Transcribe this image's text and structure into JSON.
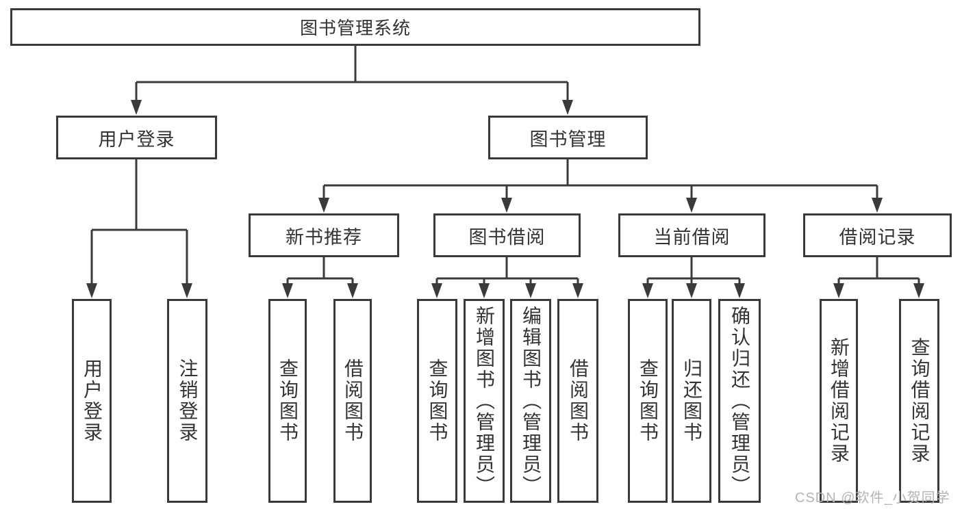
{
  "diagram": {
    "title_node": "图书管理系统",
    "root": {
      "label": "图书管理系统"
    },
    "branches": [
      {
        "label": "用户登录",
        "children": [
          {
            "label": "用户登录"
          },
          {
            "label": "注销登录"
          }
        ]
      },
      {
        "label": "图书管理",
        "children": [
          {
            "label": "新书推荐",
            "children": [
              {
                "label": "查询图书"
              },
              {
                "label": "借阅图书"
              }
            ]
          },
          {
            "label": "图书借阅",
            "children": [
              {
                "label": "查询图书"
              },
              {
                "label": "新增图书（管理员）"
              },
              {
                "label": "编辑图书（管理员）"
              },
              {
                "label": "借阅图书"
              }
            ]
          },
          {
            "label": "当前借阅",
            "children": [
              {
                "label": "查询图书"
              },
              {
                "label": "归还图书"
              },
              {
                "label": "确认归还（管理员）"
              }
            ]
          },
          {
            "label": "借阅记录",
            "children": [
              {
                "label": "新增借阅记录"
              },
              {
                "label": "查询借阅记录"
              }
            ]
          }
        ]
      }
    ]
  },
  "watermark": "CSDN @软件_小贺同学",
  "colors": {
    "line": "#3a3a3a",
    "text": "#333333",
    "watermark": "#b4b4b4",
    "background": "#ffffff"
  }
}
